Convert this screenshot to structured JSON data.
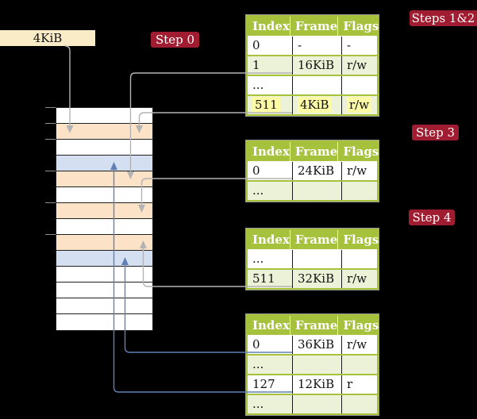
{
  "labels": {
    "page_size": "4KiB",
    "step0": "Step 0",
    "steps12": "Steps 1&2",
    "step3": "Step 3",
    "step4": "Step 4"
  },
  "tables": [
    {
      "name": "page-table-steps-1-2",
      "columns": [
        "Index",
        "Frame",
        "Flags"
      ],
      "rows": [
        {
          "cells": [
            "0",
            "-",
            "-"
          ],
          "shade": "white",
          "highlight": false
        },
        {
          "cells": [
            "1",
            "16KiB",
            "r/w"
          ],
          "shade": "green",
          "highlight": false
        },
        {
          "cells": [
            "...",
            "",
            ""
          ],
          "shade": "white",
          "highlight": false
        },
        {
          "cells": [
            "511",
            "4KiB",
            "r/w"
          ],
          "shade": "green",
          "highlight": true
        }
      ]
    },
    {
      "name": "page-table-step-3",
      "columns": [
        "Index",
        "Frame",
        "Flags"
      ],
      "rows": [
        {
          "cells": [
            "0",
            "24KiB",
            "r/w"
          ],
          "shade": "white",
          "highlight": false
        },
        {
          "cells": [
            "...",
            "",
            ""
          ],
          "shade": "green",
          "highlight": false
        }
      ]
    },
    {
      "name": "page-table-step-4-upper",
      "columns": [
        "Index",
        "Frame",
        "Flags"
      ],
      "rows": [
        {
          "cells": [
            "...",
            "",
            ""
          ],
          "shade": "white",
          "highlight": false
        },
        {
          "cells": [
            "511",
            "32KiB",
            "r/w"
          ],
          "shade": "green",
          "highlight": false
        }
      ]
    },
    {
      "name": "page-table-step-4-lower",
      "columns": [
        "Index",
        "Frame",
        "Flags"
      ],
      "rows": [
        {
          "cells": [
            "0",
            "36KiB",
            "r/w"
          ],
          "shade": "white",
          "highlight": false
        },
        {
          "cells": [
            "...",
            "",
            ""
          ],
          "shade": "green",
          "highlight": false
        },
        {
          "cells": [
            "127",
            "12KiB",
            "r"
          ],
          "shade": "white",
          "highlight": false
        },
        {
          "cells": [
            "...",
            "",
            ""
          ],
          "shade": "green",
          "highlight": false
        }
      ]
    }
  ],
  "memory": {
    "row_colors": [
      "white",
      "orange",
      "white",
      "blue",
      "orange",
      "white",
      "orange",
      "white",
      "orange",
      "blue",
      "white",
      "white",
      "white",
      "white"
    ],
    "tick_ys": [
      135.5,
      155.5,
      175.5,
      215.5,
      255.5,
      295.5
    ]
  },
  "arrows": [
    {
      "name": "arrow-4kib-label-to-frame-4kib",
      "color": "gray",
      "dir": "down",
      "startX": 82,
      "lineY": 58,
      "cornerX": 88,
      "tipY": 168
    },
    {
      "name": "arrow-pt1-index1-to-frame-16kib",
      "color": "gray",
      "dir": "down",
      "startX": 368,
      "lineY": 92,
      "cornerX": 164.5,
      "tipY": 226
    },
    {
      "name": "arrow-pt1-index511-to-frame-4kib",
      "color": "gray",
      "dir": "down",
      "startX": 368,
      "lineY": 142,
      "cornerX": 175.5,
      "tipY": 168
    },
    {
      "name": "arrow-pt2-index0-to-frame-24kib",
      "color": "gray",
      "dir": "down",
      "startX": 368,
      "lineY": 225,
      "cornerX": 178.5,
      "tipY": 268
    },
    {
      "name": "arrow-pt3-index511-to-frame-32kib",
      "color": "gray",
      "dir": "up",
      "startX": 368,
      "lineY": 361,
      "cornerX": 180.5,
      "tipY": 303
    },
    {
      "name": "arrow-pt4-index0-to-frame-36kib",
      "color": "blue",
      "dir": "up",
      "startX": 368,
      "lineY": 444,
      "cornerX": 157.5,
      "tipY": 324
    },
    {
      "name": "arrow-pt4-index127-to-frame-12kib",
      "color": "blue",
      "dir": "up",
      "startX": 368,
      "lineY": 494,
      "cornerX": 143.5,
      "tipY": 204
    }
  ],
  "colors": {
    "background": "#000000",
    "crimson": "#a01c30",
    "cream": "#fbecc8",
    "table_green": "#a6c13c",
    "table_light_green": "#ecf2d8",
    "table_outer_gray": "#9a9a9a",
    "highlight_yellow": "#fdfba6",
    "memory_orange": "#fce3c7",
    "memory_blue": "#d4e0f2",
    "memory_line": "#1f1f1f",
    "arrow_gray": "#b3b3b3",
    "arrow_blue": "#6181b5",
    "tick_gray": "#8d8d8d"
  }
}
